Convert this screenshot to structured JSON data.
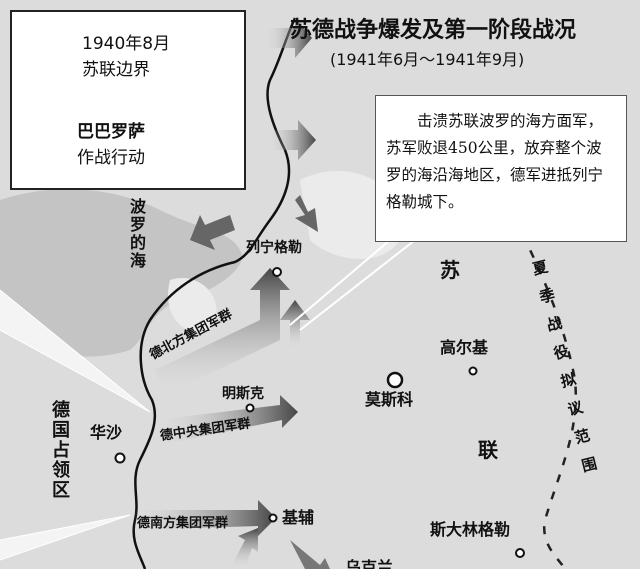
{
  "title": "苏德战争爆发及第一阶段战况",
  "subtitle": "(1941年6月～1941年9月)",
  "legend": {
    "border_label": "1940年8月\n苏联边界",
    "border_line1": "1940年8月",
    "border_line2": "苏联边界",
    "arrow_line1": "巴巴罗萨",
    "arrow_line2": "作战行动"
  },
  "callout": "击溃苏联波罗的海方面军，苏军败退450公里，放弃整个波罗的海沿海地区，德军进抵列宁格勒城下。",
  "places": {
    "baltic_sea": "波罗的海",
    "leningrad": "列宁格勒",
    "minsk": "明斯克",
    "moscow": "莫斯科",
    "gorky": "高尔基",
    "warsaw": "华沙",
    "kiev": "基辅",
    "stalingrad": "斯大林格勒",
    "ukraine": "乌克兰",
    "german_occupied": "德国占领区",
    "ussr_su": "苏",
    "ussr_lian": "联"
  },
  "army_groups": {
    "north": "德北方集团军群",
    "center": "德中央集团军群",
    "south": "德南方集团军群"
  },
  "summer_campaign": "夏季战役拟议范围",
  "colors": {
    "background": "#dcdcdc",
    "sea": "#c4c4c4",
    "land": "#ebebeb",
    "border": "#111111",
    "arrow": "#555555"
  }
}
